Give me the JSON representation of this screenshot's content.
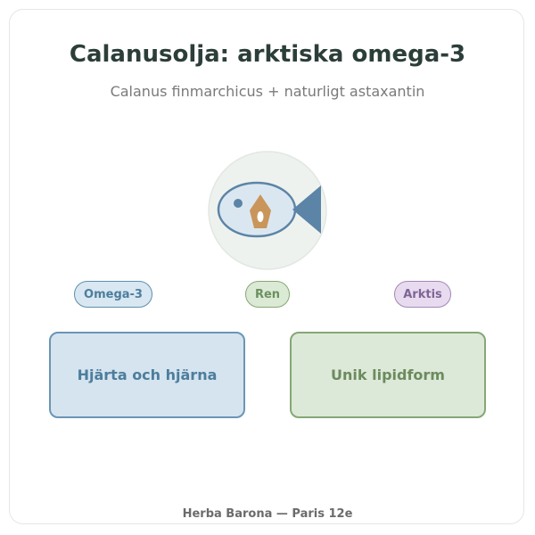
{
  "header": {
    "title": "Calanusolja: arktiska omega-3",
    "subtitle": "Calanus finmarchicus + naturligt astaxantin"
  },
  "emblem": {
    "icon": "fish-with-oil-drop-icon",
    "colors": {
      "circle": "#eef2ee",
      "fish_body": "#dbe7f0",
      "fish_outline": "#5b84a7",
      "tail": "#5b84a7",
      "drop": "#c9955a"
    }
  },
  "tags": [
    {
      "label": "Omega-3",
      "color": "#5f8fae"
    },
    {
      "label": "Ren",
      "color": "#86a776"
    },
    {
      "label": "Arktis",
      "color": "#a287b8"
    }
  ],
  "benefits": [
    {
      "label": "Hjärta och hjärna",
      "color": "#6b95b6"
    },
    {
      "label": "Unik lipidform",
      "color": "#86a776"
    }
  ],
  "footer": {
    "text": "Herba Barona — Paris 12e"
  }
}
